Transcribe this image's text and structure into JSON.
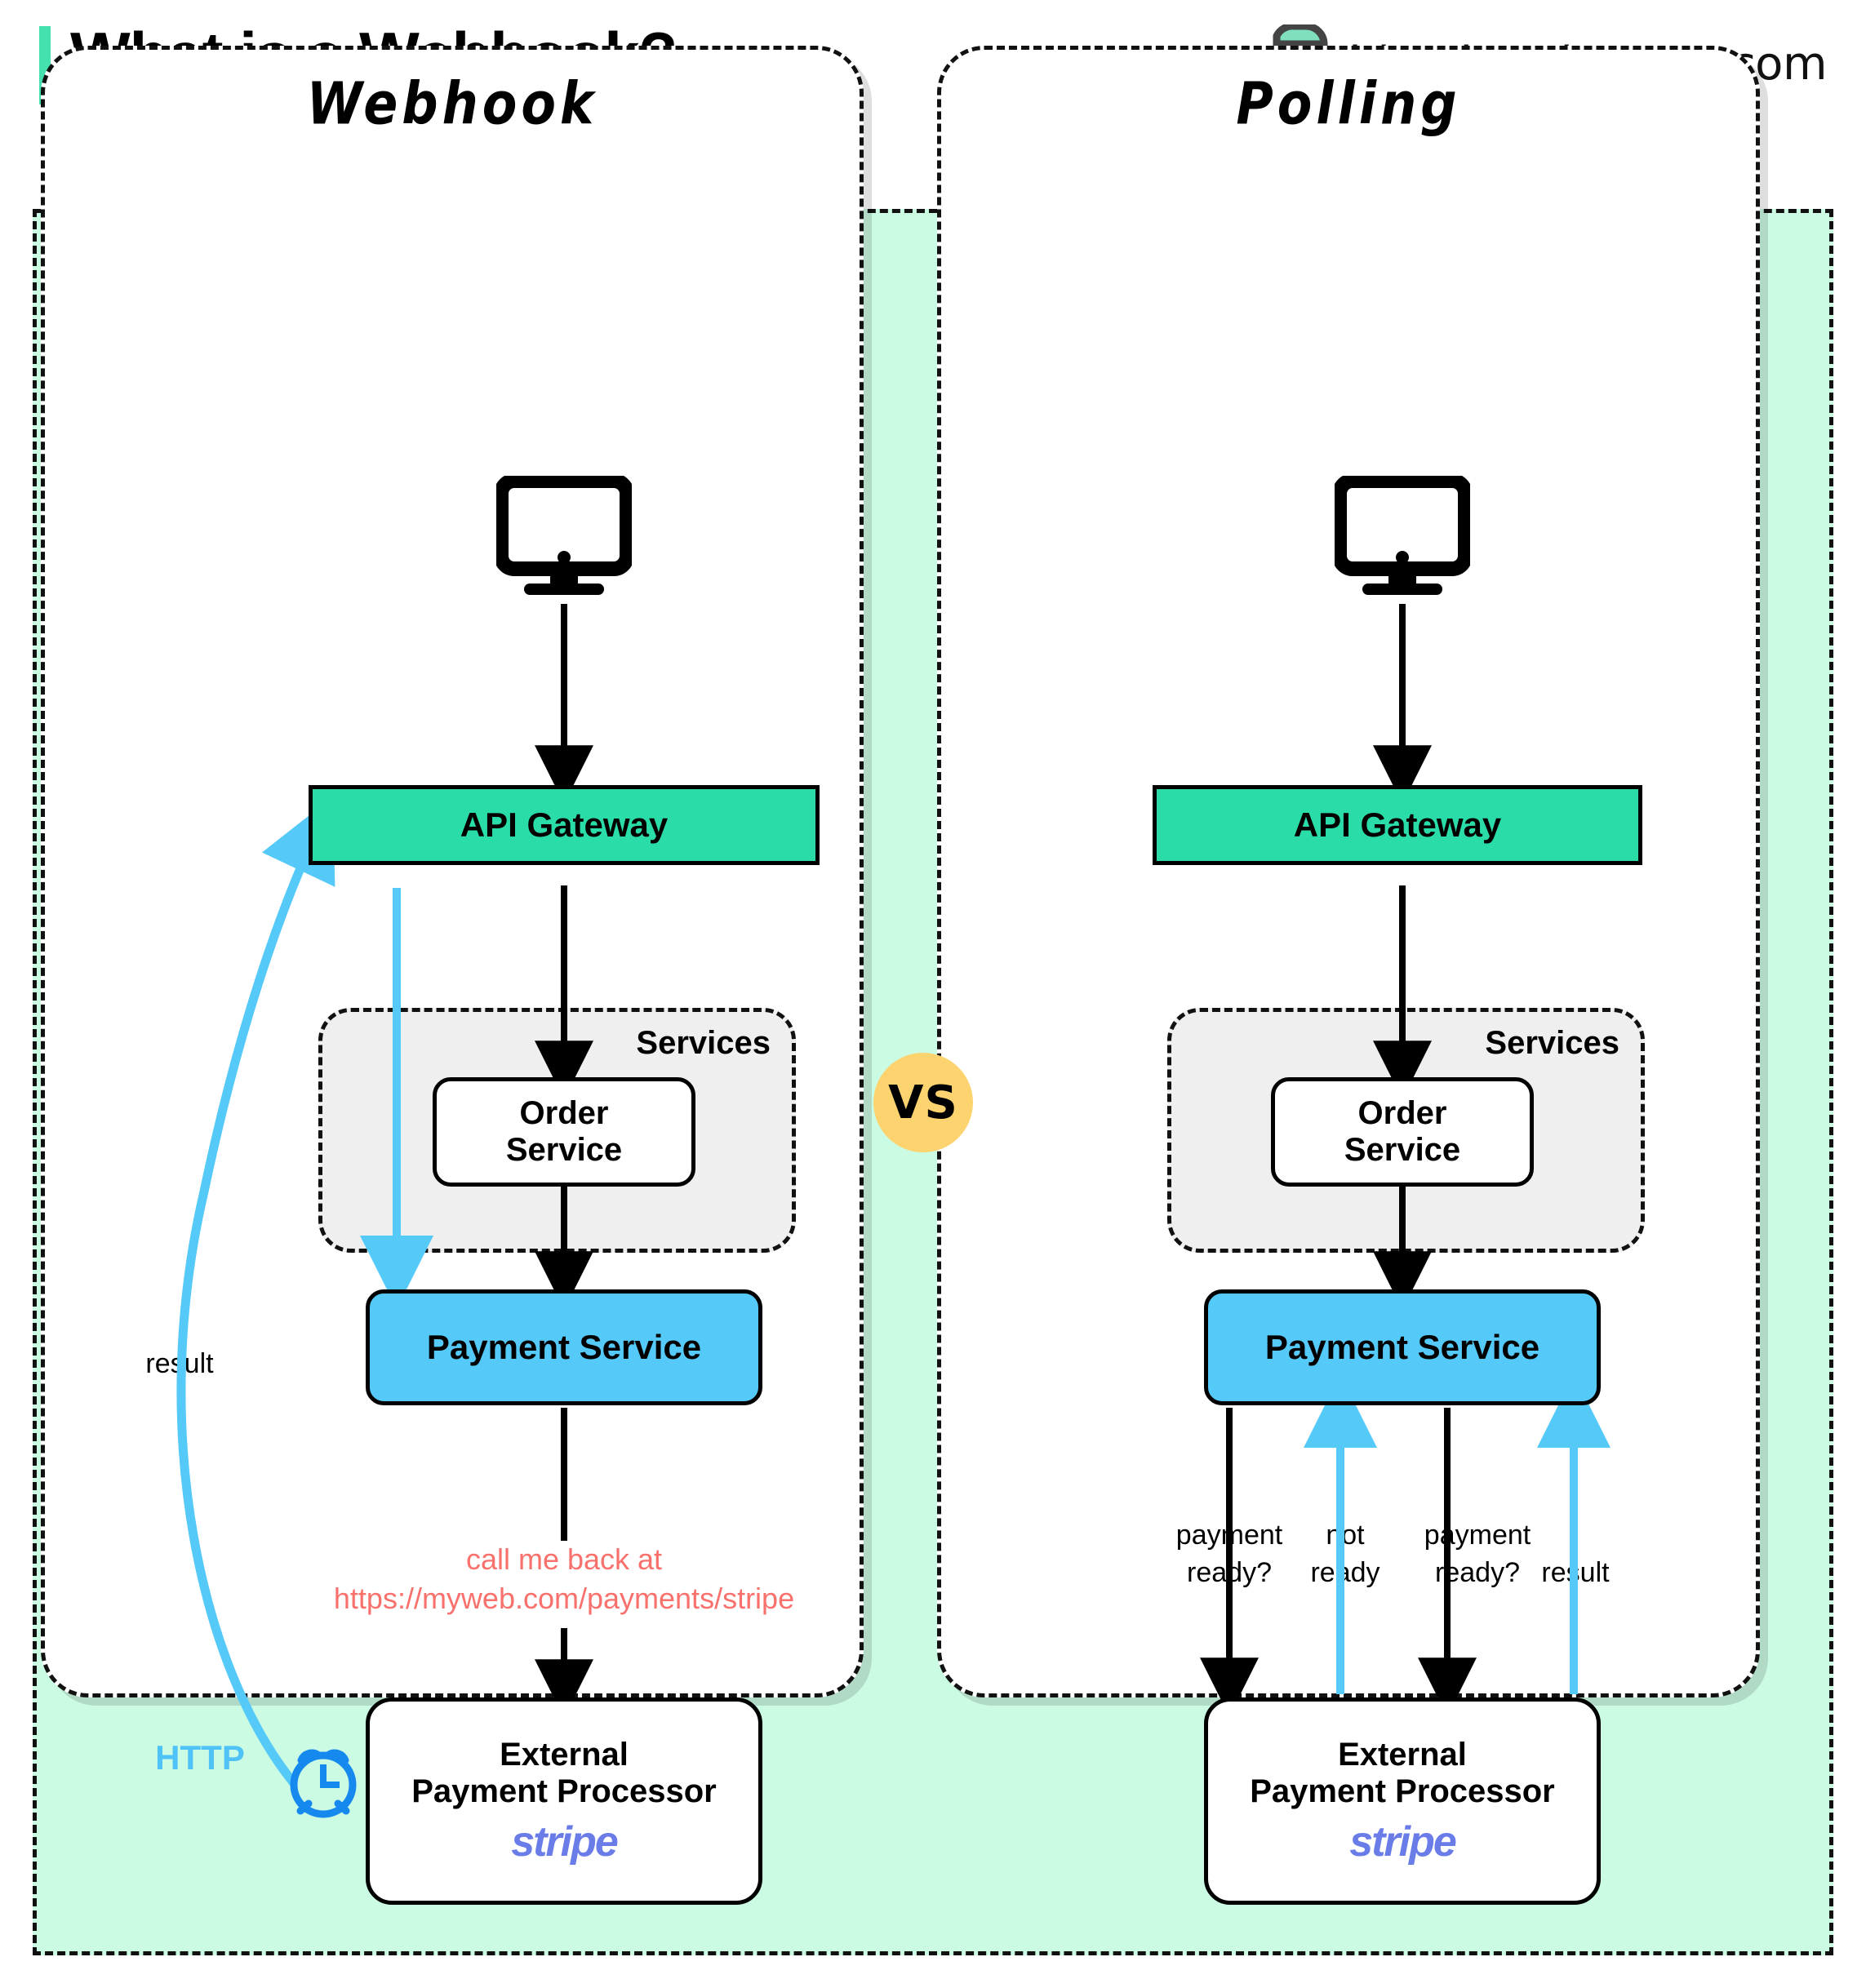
{
  "header": {
    "title": "What is a Webhook?",
    "brand": "blog.bytebytego.com",
    "logo_icon": "bytebytego-logo-icon",
    "accent_color": "#45E0B0"
  },
  "vs_badge": {
    "label": "VS",
    "color": "#FCD36E"
  },
  "colors": {
    "background": "#CCFBE4",
    "gateway": "#2ADCA8",
    "payment_service": "#55C9F7",
    "services_group": "#EFEFEF",
    "http_blue": "#4FC3F7",
    "clock_blue": "#1589EE",
    "callback_red": "#F9716C",
    "stripe_purple": "#6A7CE8"
  },
  "panels": [
    {
      "id": "webhook",
      "title": "Webhook",
      "client_icon": "desktop-monitor-icon",
      "nodes": {
        "gateway": "API Gateway",
        "services_label": "Services",
        "order_service": "Order\nService",
        "order_service_line1": "Order",
        "order_service_line2": "Service",
        "payment_service": "Payment Service",
        "external_line1": "External",
        "external_line2": "Payment Processor",
        "external_logo": "stripe"
      },
      "labels": {
        "result": "result",
        "http": "HTTP",
        "callback_line1": "call me back at",
        "callback_line2": "https://myweb.com/payments/stripe"
      },
      "icons": {
        "clock": "alarm-clock-icon"
      }
    },
    {
      "id": "polling",
      "title": "Polling",
      "client_icon": "desktop-monitor-icon",
      "nodes": {
        "gateway": "API Gateway",
        "services_label": "Services",
        "order_service_line1": "Order",
        "order_service_line2": "Service",
        "payment_service": "Payment Service",
        "external_line1": "External",
        "external_line2": "Payment Processor",
        "external_logo": "stripe"
      },
      "labels": {
        "poll1_line1": "payment",
        "poll1_line2": "ready?",
        "poll2_line1": "not",
        "poll2_line2": "ready",
        "poll3_line1": "payment",
        "poll3_line2": "ready?",
        "poll4": "result"
      }
    }
  ]
}
